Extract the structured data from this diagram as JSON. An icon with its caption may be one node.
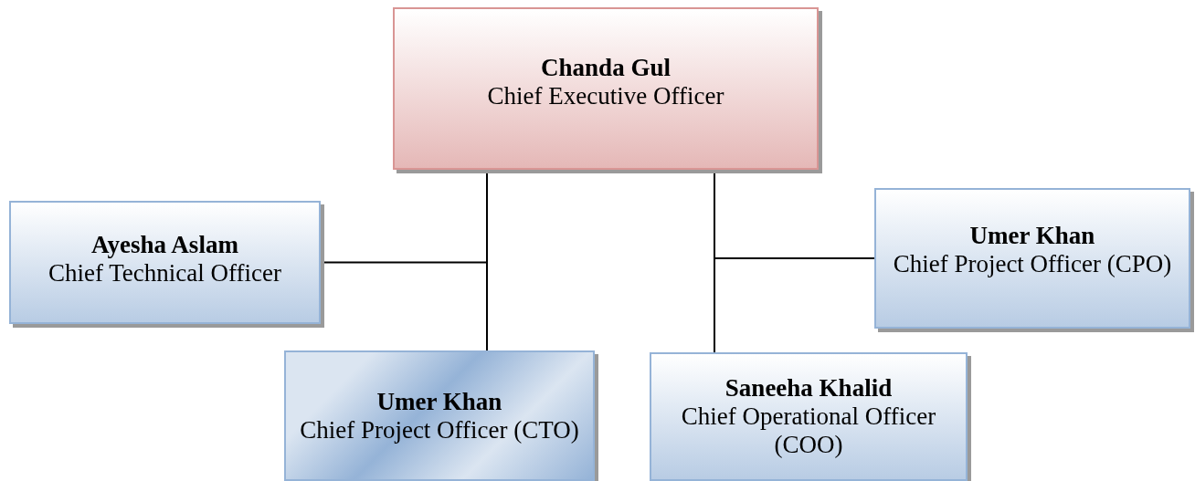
{
  "diagram": {
    "nodes": [
      {
        "text": [
          "Chanda Gul",
          "Chief Executive Officer"
        ]
      },
      {
        "text": [
          "Ayesha Aslam",
          "Chief Technical Officer"
        ]
      },
      {
        "text": [
          "Umer Khan",
          "Chief Project Officer (CPO)"
        ]
      },
      {
        "text": [
          "Umer Khan",
          "Chief Project Officer (CTO)"
        ]
      },
      {
        "text": [
          "Saneeha Khalid",
          "Chief Operational Officer (COO)"
        ]
      }
    ],
    "edges": [
      {
        "from": 0,
        "to": 1,
        "arrow": "none"
      },
      {
        "from": 0,
        "to": 3,
        "arrow": "none"
      },
      {
        "from": 0,
        "to": 2,
        "arrow": "none"
      },
      {
        "from": 0,
        "to": 4,
        "arrow": "none"
      }
    ]
  }
}
